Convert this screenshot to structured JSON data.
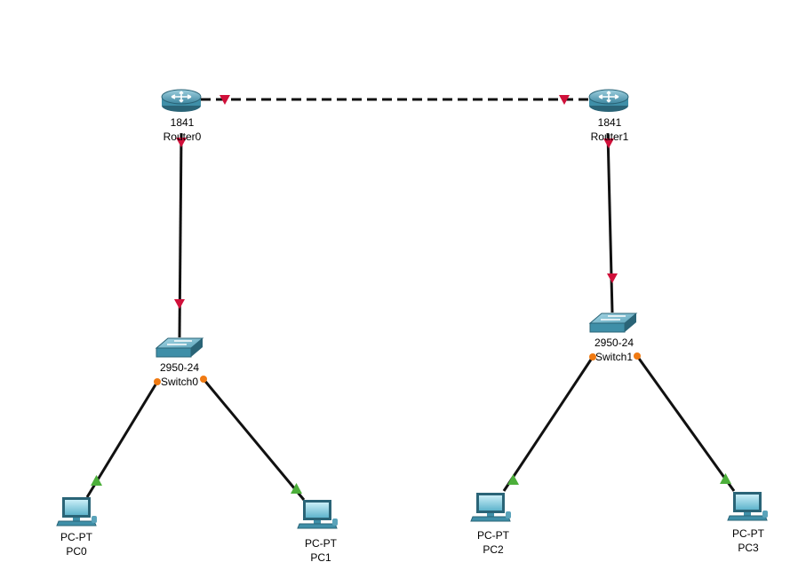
{
  "topology": {
    "devices": [
      {
        "id": "router0",
        "model": "1841",
        "name": "Router0",
        "kind": "router"
      },
      {
        "id": "router1",
        "model": "1841",
        "name": "Router1",
        "kind": "router"
      },
      {
        "id": "switch0",
        "model": "2950-24",
        "name": "Switch0",
        "kind": "switch"
      },
      {
        "id": "switch1",
        "model": "2950-24",
        "name": "Switch1",
        "kind": "switch"
      },
      {
        "id": "pc0",
        "model": "PC-PT",
        "name": "PC0",
        "kind": "pc"
      },
      {
        "id": "pc1",
        "model": "PC-PT",
        "name": "PC1",
        "kind": "pc"
      },
      {
        "id": "pc2",
        "model": "PC-PT",
        "name": "PC2",
        "kind": "pc"
      },
      {
        "id": "pc3",
        "model": "PC-PT",
        "name": "PC3",
        "kind": "pc"
      }
    ],
    "links": [
      {
        "id": "link-router0-router1",
        "from": "router0",
        "to": "router1",
        "cable": "crossover",
        "status": "down"
      },
      {
        "id": "link-router0-switch0",
        "from": "router0",
        "to": "switch0",
        "cable": "straight",
        "status": "down"
      },
      {
        "id": "link-router1-switch1",
        "from": "router1",
        "to": "switch1",
        "cable": "straight",
        "status": "down"
      },
      {
        "id": "link-switch0-pc0",
        "from": "switch0",
        "to": "pc0",
        "cable": "straight",
        "status": "negotiating"
      },
      {
        "id": "link-switch0-pc1",
        "from": "switch0",
        "to": "pc1",
        "cable": "straight",
        "status": "negotiating"
      },
      {
        "id": "link-switch1-pc2",
        "from": "switch1",
        "to": "pc2",
        "cable": "straight",
        "status": "negotiating"
      },
      {
        "id": "link-switch1-pc3",
        "from": "switch1",
        "to": "pc3",
        "cable": "straight",
        "status": "negotiating"
      }
    ]
  },
  "colors": {
    "background": "#ffffff",
    "cable": "#111111",
    "status_down": "#d0103a",
    "status_up": "#4caf3a",
    "status_negotiating": "#f07a12",
    "device_teal": "#3f8fa8",
    "device_teal_light": "#7cc0d4",
    "device_teal_dark": "#2a6477"
  }
}
